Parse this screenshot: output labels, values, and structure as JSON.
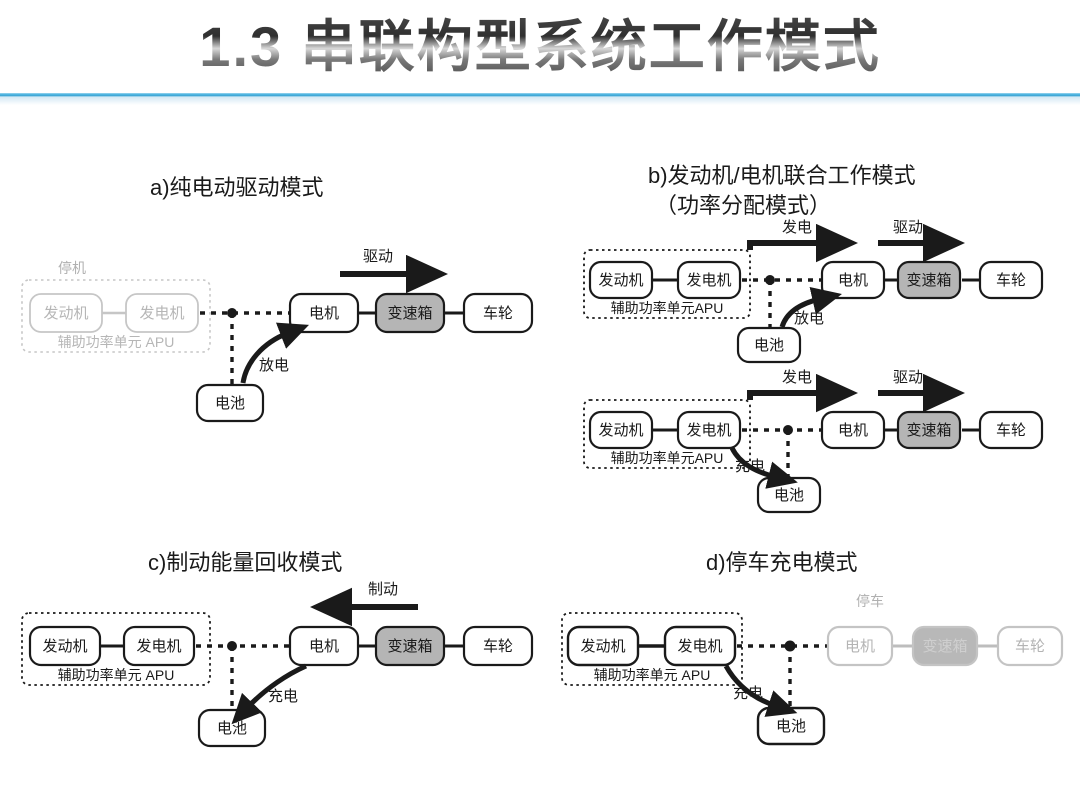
{
  "slide": {
    "title": "1.3 串联构型系统工作模式",
    "rule_color": "#3faedd"
  },
  "palette": {
    "active_stroke": "#1a1a1a",
    "inactive_stroke": "#bdbdbd",
    "gearbox_fill": "#b5b5b5",
    "box_fill": "#ffffff",
    "text_active": "#1a1a1a",
    "text_inactive": "#b0b0b0"
  },
  "common_labels": {
    "engine": "发动机",
    "generator": "发电机",
    "apu": "辅助功率单元 APU",
    "apu_tight": "辅助功率单元APU",
    "motor": "电机",
    "gearbox": "变速箱",
    "wheel": "车轮",
    "battery": "电池",
    "drive": "驱动",
    "generate": "发电",
    "discharge": "放电",
    "charge": "充电",
    "brake": "制动",
    "engine_off": "停机",
    "vehicle_parked": "停车"
  },
  "figures": [
    {
      "id": "a",
      "caption": "a)纯电动驱动模式",
      "caption2": "",
      "status_note": "停机",
      "status_note_target": "apu",
      "apu_state": "inactive",
      "powertrain_state": "active",
      "flow_top": {
        "label": "驱动",
        "direction": "right"
      },
      "battery_flow": {
        "label": "放电",
        "direction": "battery-to-motor"
      }
    },
    {
      "id": "b1",
      "caption": "b)发动机/电机联合工作模式",
      "caption2": "（功率分配模式）",
      "status_note": "",
      "apu_state": "active",
      "powertrain_state": "active",
      "flow_gen": {
        "label": "发电",
        "direction": "right"
      },
      "flow_top": {
        "label": "驱动",
        "direction": "right"
      },
      "battery_flow": {
        "label": "放电",
        "direction": "battery-to-motor"
      }
    },
    {
      "id": "b2",
      "caption": "",
      "caption2": "",
      "status_note": "",
      "apu_state": "active",
      "powertrain_state": "active",
      "flow_gen": {
        "label": "发电",
        "direction": "right"
      },
      "flow_top": {
        "label": "驱动",
        "direction": "right"
      },
      "battery_flow": {
        "label": "充电",
        "direction": "generator-to-battery"
      }
    },
    {
      "id": "c",
      "caption": "c)制动能量回收模式",
      "caption2": "",
      "status_note": "",
      "apu_state": "active",
      "powertrain_state": "active",
      "flow_top": {
        "label": "制动",
        "direction": "left"
      },
      "battery_flow": {
        "label": "充电",
        "direction": "motor-to-battery"
      }
    },
    {
      "id": "d",
      "caption": "d)停车充电模式",
      "caption2": "",
      "status_note": "停车",
      "status_note_target": "powertrain",
      "apu_state": "active",
      "powertrain_state": "inactive",
      "battery_flow": {
        "label": "充电",
        "direction": "generator-to-battery"
      }
    }
  ]
}
